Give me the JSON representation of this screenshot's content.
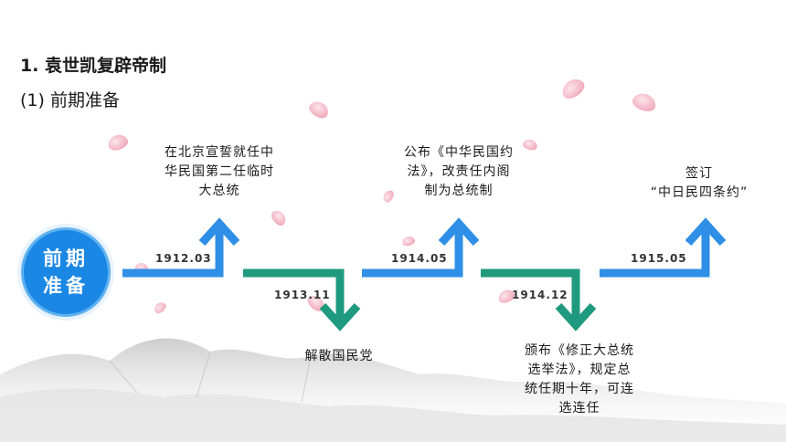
{
  "title": "1. 袁世凯复辟帝制",
  "subtitle": "(1) 前期准备",
  "badge": {
    "line1": "前期",
    "line2": "准备"
  },
  "timeline": [
    {
      "date": "1912.03",
      "event": "在北京宣誓就任中\n华民国第二任临时\n大总统",
      "direction": "up"
    },
    {
      "date": "1913.11",
      "event": "解散国民党",
      "direction": "down"
    },
    {
      "date": "1914.05",
      "event": "公布《中华民国约\n法》，改责任内阁\n制为总统制",
      "direction": "up"
    },
    {
      "date": "1914.12",
      "event": "颁布《修正大总统\n选举法》，规定总\n统任期十年，可连\n选连任",
      "direction": "down"
    },
    {
      "date": "1915.05",
      "event": "签订\n“中日民四条约”",
      "direction": "up"
    }
  ],
  "colors": {
    "blue": "#2f8fe6",
    "teal": "#1f9a7e",
    "badge": "#1b87e5",
    "petal": "#f3b3c3"
  }
}
